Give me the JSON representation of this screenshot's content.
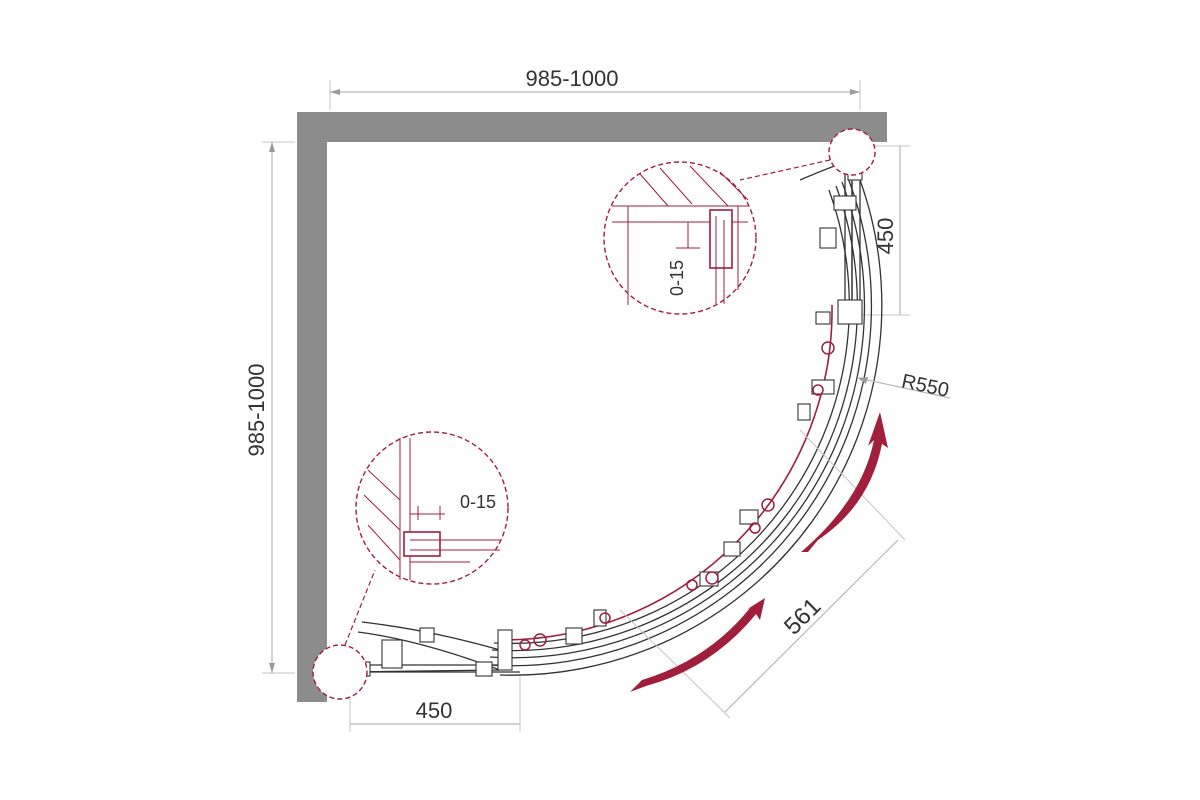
{
  "dimensions": {
    "top_width": "985-1000",
    "left_height": "985-1000",
    "right_side": "450",
    "bottom_side": "450",
    "radius": "R550",
    "door_opening": "561"
  },
  "details": {
    "top_adjust": "0-15",
    "left_adjust": "0-15"
  },
  "colors": {
    "wall": "#8c8c8c",
    "accent": "#a01f3c",
    "line": "#333333"
  }
}
